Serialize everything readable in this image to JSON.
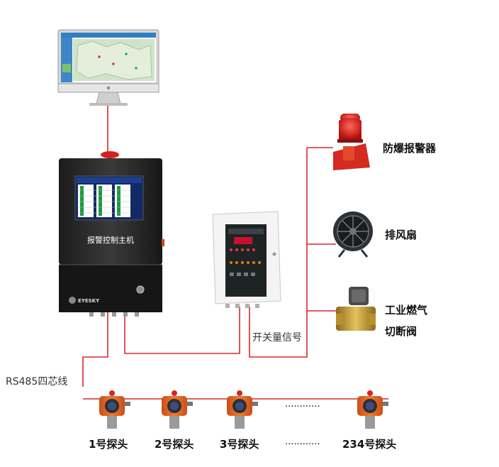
{
  "devices": {
    "alarm": {
      "label": "防爆报警器"
    },
    "fan": {
      "label": "排风扇"
    },
    "valve": {
      "label_line1": "工业燃气",
      "label_line2": "切断阀"
    },
    "controller": {
      "panel_label": "报警控制主机",
      "brand": "EYESKY"
    }
  },
  "wiring": {
    "switch_signal": "开关量信号",
    "rs485": "RS485四芯线"
  },
  "probes": {
    "labels": [
      "1号探头",
      "2号探头",
      "3号探头",
      "234号探头"
    ],
    "ellipsis": "............"
  }
}
